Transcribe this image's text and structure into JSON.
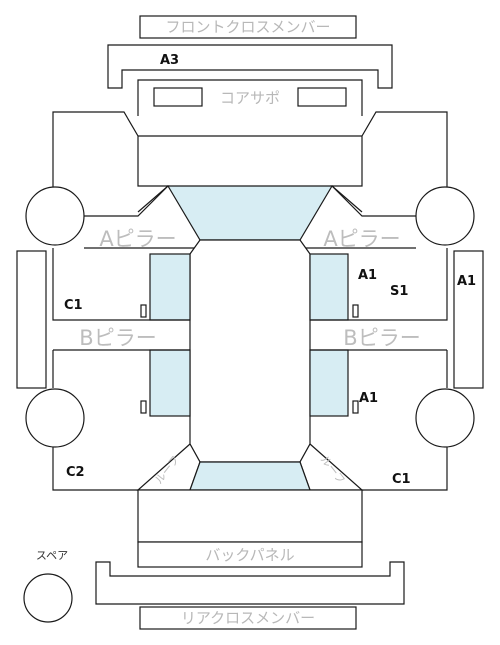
{
  "labels": {
    "front_cross_member": "フロントクロスメンバー",
    "core_support": "コアサポ",
    "a_pillar": "Aピラー",
    "b_pillar": "Bピラー",
    "roof_rail": "ルーフ",
    "back_panel": "バックパネル",
    "rear_cross_member": "リアクロスメンバー",
    "spare": "スペア"
  },
  "codes": {
    "front_member": "A3",
    "right_front_door": "A1",
    "right_step": "S1",
    "right_sill": "A1",
    "right_rear_door": "A1",
    "left_front_door": "C1",
    "left_rear_quarter": "C2",
    "right_rear_quarter": "C1"
  },
  "colors": {
    "line": "#1a1a1a",
    "glass": "#d7edf3",
    "label_gray": "#b8b8b8",
    "code_text": "#111111"
  }
}
